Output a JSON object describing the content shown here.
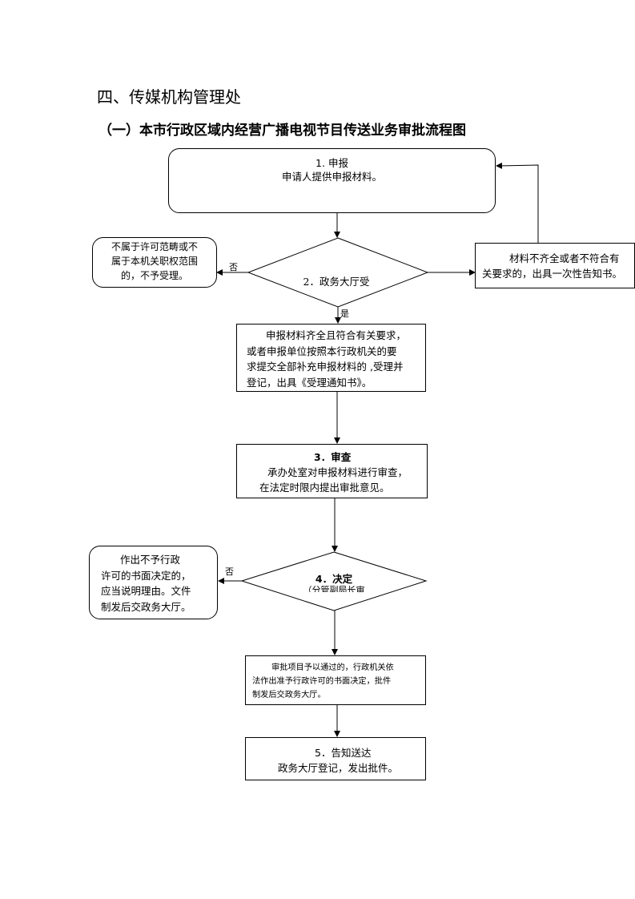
{
  "heading": "四、传媒机构管理处",
  "subheading": "（一）本市行政区域内经营广播电视节目传送业务审批流程图",
  "steps": {
    "s1": {
      "title": "1. 申报",
      "text": "申请人提供申报材料。"
    },
    "reject_left": {
      "lines": [
        "不属于许可范畴或不",
        "属于本机关职权范围",
        "的，不予受理。"
      ]
    },
    "s2": {
      "text": "2．政务大厅受"
    },
    "reject_right": {
      "lines": [
        "材料不齐全或者不符合有",
        "关要求的，出具一次性告知书。"
      ]
    },
    "accept": {
      "lines": [
        "申报材料齐全且符合有关要求，",
        "或者申报单位按照本行政机关的要",
        "求提交全部补充申报材料的 ,受理并",
        "登记，出具《受理通知书》。"
      ]
    },
    "s3": {
      "title": "3．审查",
      "lines": [
        "承办处室对申报材料进行审查，",
        "在法定时限内提出审批意见。"
      ]
    },
    "deny": {
      "lines": [
        "作出不予行政",
        "许可的书面决定的，",
        "应当说明理由。文件",
        "制发后交政务大厅。"
      ]
    },
    "s4": {
      "title": "4．决定",
      "sub": "（分管副局长审"
    },
    "approve": {
      "lines": [
        "审批项目予以通过的，行政机关依",
        "法作出准予行政许可的书面决定，批件",
        "制发后交政务大厅。"
      ]
    },
    "s5": {
      "title": "5．告知送达",
      "text": "政务大厅登记，发出批件。"
    }
  },
  "labels": {
    "no1": "否",
    "yes": "是",
    "no2": "否"
  }
}
